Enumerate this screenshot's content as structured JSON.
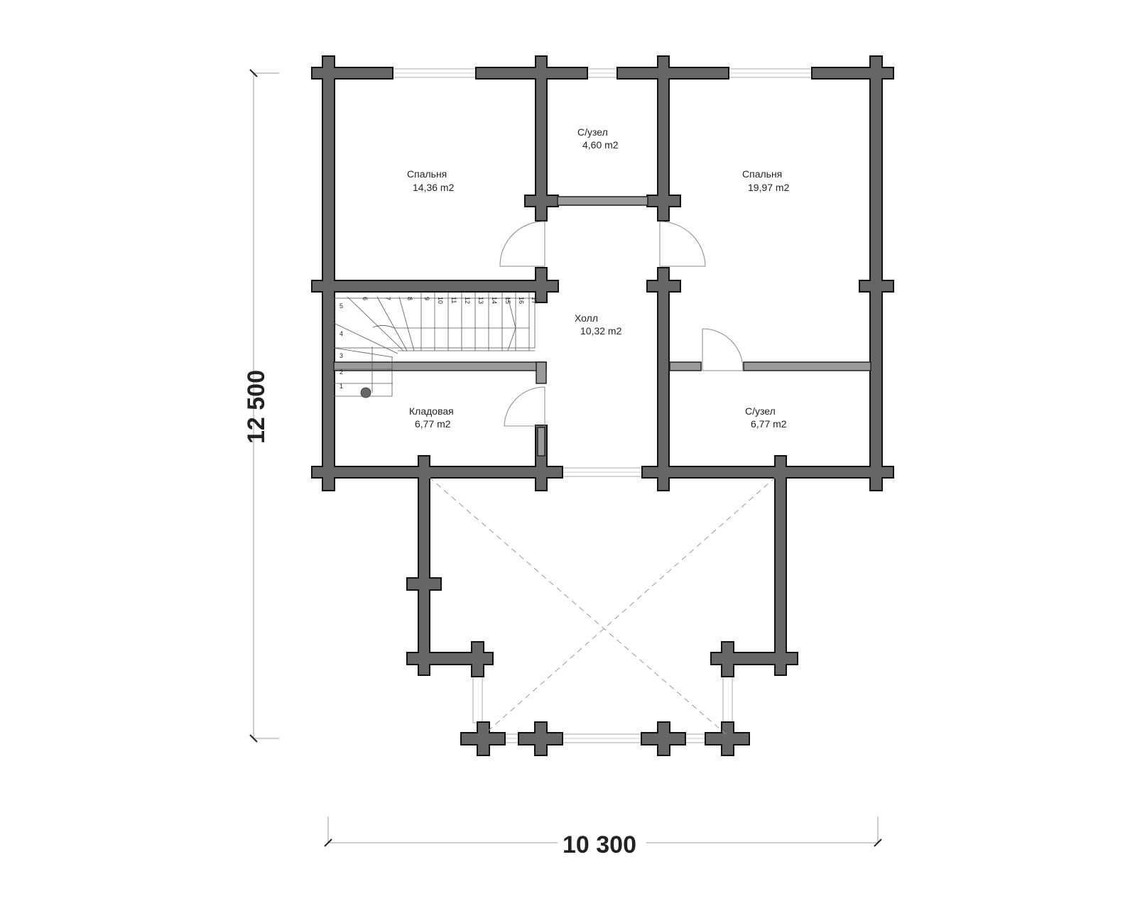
{
  "plan": {
    "rooms": [
      {
        "name": "Спальня",
        "area": "14,36 m2"
      },
      {
        "name": "С/узел",
        "area": "4,60 m2"
      },
      {
        "name": "Спальня",
        "area": "19,97 m2"
      },
      {
        "name": "Холл",
        "area": "10,32 m2"
      },
      {
        "name": "Кладовая",
        "area": "6,77 m2"
      },
      {
        "name": "С/узел",
        "area": "6,77 m2"
      }
    ],
    "dimensions": {
      "height": "12 500",
      "width": "10 300"
    },
    "stair_steps": [
      "1",
      "2",
      "3",
      "4",
      "5",
      "6",
      "7",
      "8",
      "9",
      "10",
      "11",
      "12",
      "13",
      "14",
      "15",
      "16",
      "17"
    ],
    "colors": {
      "wall": "#666666",
      "partition": "#9a9a9a",
      "outline": "#111111"
    }
  }
}
